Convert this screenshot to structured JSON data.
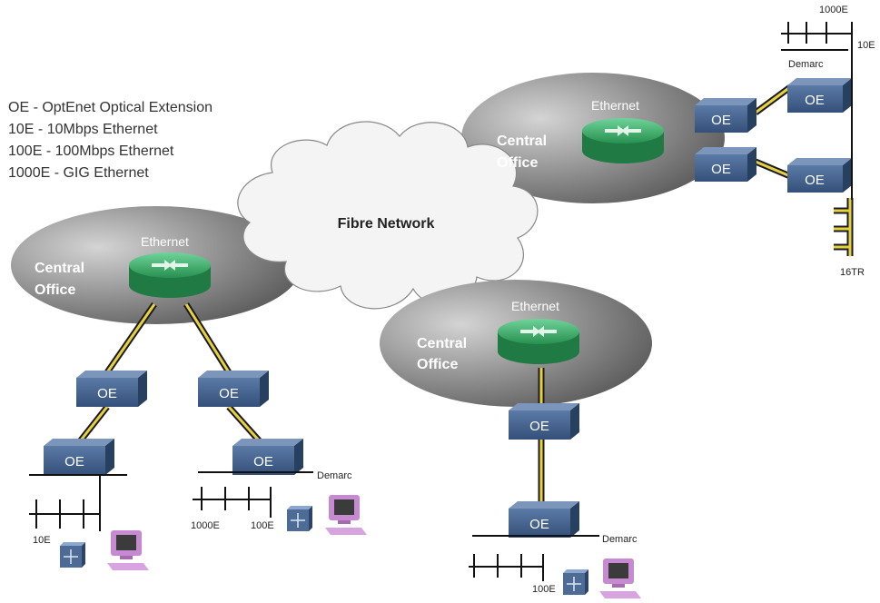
{
  "legend": [
    "OE - OptEnet Optical Extension",
    "10E - 10Mbps Ethernet",
    "100E - 100Mbps Ethernet",
    "1000E - GIG Ethernet"
  ],
  "cloud_label": "Fibre Network",
  "central_office": {
    "line1": "Central",
    "line2": "Office",
    "ethernet": "Ethernet"
  },
  "oe_label": "OE",
  "labels": {
    "demarc": "Demarc",
    "e10": "10E",
    "e100": "100E",
    "e1000": "1000E",
    "tr16": "16TR"
  },
  "colors": {
    "office_gray": "#6e6e6e",
    "router_green": "#2e9b5a",
    "oe_blue": "#3f5f88",
    "fiber_yellow": "#e8d23a",
    "pc_purple": "#c58ad0"
  }
}
